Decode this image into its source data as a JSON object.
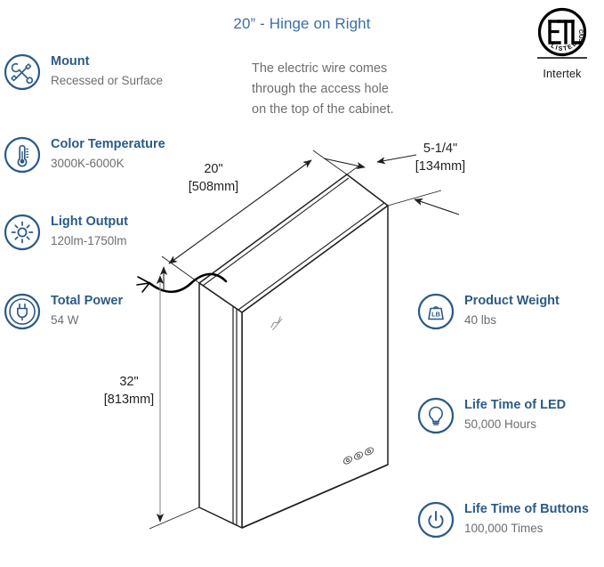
{
  "title": "20” - Hinge on Right",
  "note": {
    "line1": "The electric wire comes",
    "line2": "through the access hole",
    "line3": "on the top of the cabinet."
  },
  "certification": {
    "mark": "ETL",
    "mark_sub": "LISTED",
    "mark_super": "C/US",
    "name": "Intertek"
  },
  "colors": {
    "heading": "#2b5a87",
    "title": "#3a6ea5",
    "value": "#6d6e71",
    "icon": "#2b5a87",
    "line": "#231f20"
  },
  "specs_left": [
    {
      "icon": "tools-icon",
      "label": "Mount",
      "value": "Recessed or Surface"
    },
    {
      "icon": "thermometer-icon",
      "label": "Color Temperature",
      "value": "3000K-6000K"
    },
    {
      "icon": "sun-icon",
      "label": "Light Output",
      "value": "120lm-1750lm"
    },
    {
      "icon": "plug-icon",
      "label": "Total Power",
      "value": "54 W"
    }
  ],
  "specs_right": [
    {
      "icon": "weight-icon",
      "label": "Product Weight",
      "value": "40 lbs",
      "badge": "LB"
    },
    {
      "icon": "bulb-icon",
      "label": "Life Time of LED",
      "value": "50,000 Hours"
    },
    {
      "icon": "power-button-icon",
      "label": "Life Time of  Buttons",
      "value": "100,000 Times"
    }
  ],
  "dimensions": {
    "width_in": "20\"",
    "width_mm": "[508mm]",
    "depth_in": "5-1/4\"",
    "depth_mm": "[134mm]",
    "height_in": "32\"",
    "height_mm": "[813mm]"
  }
}
